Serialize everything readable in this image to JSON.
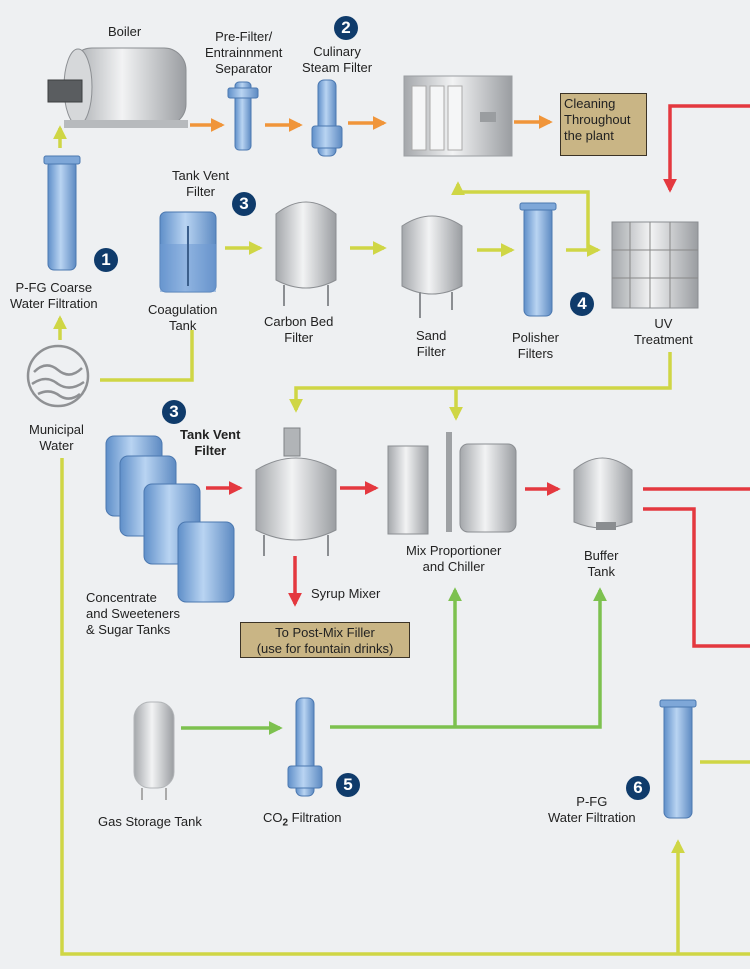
{
  "colors": {
    "background": "#eef0f2",
    "water_line": "#cfd645",
    "steam_line": "#f0953a",
    "product_line": "#e4383f",
    "gas_line": "#7dc14f",
    "badge": "#0f3b6b",
    "callout_box": "#c9b585",
    "filter_blue": "#8db5e3",
    "steel_gray": "#c7c9cc"
  },
  "equipment": {
    "boiler": {
      "label": "Boiler"
    },
    "prefilter": {
      "label_line1": "Pre-Filter/",
      "label_line2": "Entrainnment",
      "label_line3": "Separator"
    },
    "culinary_steam_filter": {
      "badge": "2",
      "label_line1": "Culinary",
      "label_line2": "Steam Filter"
    },
    "cip_unit": {
      "label": ""
    },
    "cleaning_box": {
      "line1": "Cleaning",
      "line2": "Throughout",
      "line3": "the plant"
    },
    "coarse_filter": {
      "badge": "1",
      "label_line1": "P-FG Coarse",
      "label_line2": "Water Filtration"
    },
    "tank_vent_filter_top": {
      "badge": "3",
      "label_line1": "Tank Vent",
      "label_line2": "Filter"
    },
    "coagulation_tank": {
      "label_line1": "Coagulation",
      "label_line2": "Tank"
    },
    "carbon_bed_filter": {
      "label_line1": "Carbon Bed",
      "label_line2": "Filter"
    },
    "sand_filter": {
      "label_line1": "Sand",
      "label_line2": "Filter"
    },
    "polisher_filters": {
      "badge": "4",
      "label_line1": "Polisher",
      "label_line2": "Filters"
    },
    "uv_treatment": {
      "label_line1": "UV",
      "label_line2": "Treatment"
    },
    "municipal_water": {
      "label_line1": "Municipal",
      "label_line2": "Water"
    },
    "tank_vent_filter_mid": {
      "badge": "3",
      "label_line1": "Tank Vent",
      "label_line2": "Filter"
    },
    "sugar_tanks": {
      "label_line1": "Concentrate",
      "label_line2": "and Sweeteners",
      "label_line3": "& Sugar Tanks"
    },
    "syrup_mixer": {
      "label": "Syrup Mixer"
    },
    "post_mix_box": {
      "line1": "To Post-Mix Filler",
      "line2": "(use for fountain drinks)"
    },
    "mix_proportioner": {
      "label_line1": "Mix Proportioner",
      "label_line2": "and Chiller"
    },
    "buffer_tank": {
      "label_line1": "Buffer",
      "label_line2": "Tank"
    },
    "gas_storage_tank": {
      "label": "Gas Storage Tank"
    },
    "co2_filtration": {
      "badge": "5",
      "label_prefix": "CO",
      "label_sub": "2",
      "label_suffix": " Filtration"
    },
    "pfg_water_filtration": {
      "badge": "6",
      "label_line1": "P-FG",
      "label_line2": "Water Filtration"
    }
  }
}
